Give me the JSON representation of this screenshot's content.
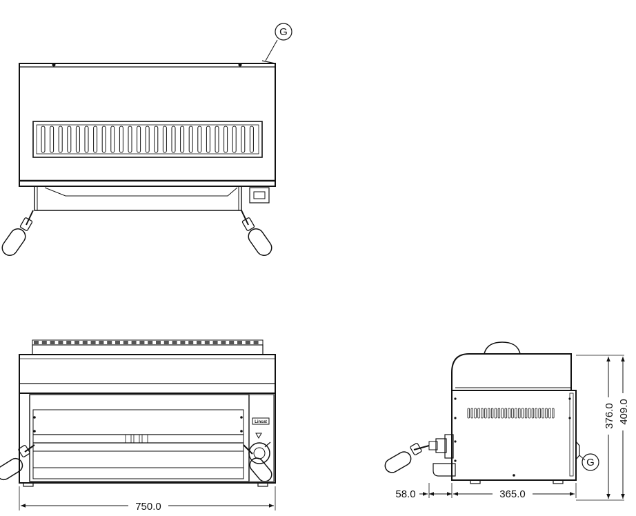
{
  "callouts": {
    "gas_inlet_top": "G",
    "gas_inlet_side": "G"
  },
  "dimensions": {
    "width": "750.0",
    "depth_body": "365.0",
    "depth_offset": "58.0",
    "height_body": "376.0",
    "height_total": "409.0"
  },
  "front_badge": "Lincat"
}
